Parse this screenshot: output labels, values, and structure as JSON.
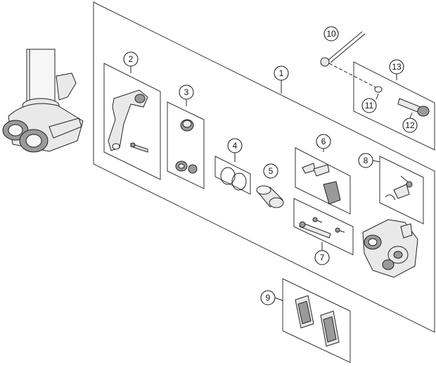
{
  "callouts": [
    {
      "id": "callout-1",
      "label": "1"
    },
    {
      "id": "callout-2",
      "label": "2"
    },
    {
      "id": "callout-3",
      "label": "3"
    },
    {
      "id": "callout-4",
      "label": "4"
    },
    {
      "id": "callout-5",
      "label": "5"
    },
    {
      "id": "callout-6",
      "label": "6"
    },
    {
      "id": "callout-7",
      "label": "7"
    },
    {
      "id": "callout-8",
      "label": "8"
    },
    {
      "id": "callout-9",
      "label": "9"
    },
    {
      "id": "callout-10",
      "label": "10"
    },
    {
      "id": "callout-11",
      "label": "11"
    },
    {
      "id": "callout-12",
      "label": "12"
    },
    {
      "id": "callout-13",
      "label": "13"
    }
  ],
  "colors": {
    "line": "#333333",
    "part_fill": "#e9e9e9",
    "part_shadow": "#9a9a9a",
    "background": "#ffffff"
  }
}
